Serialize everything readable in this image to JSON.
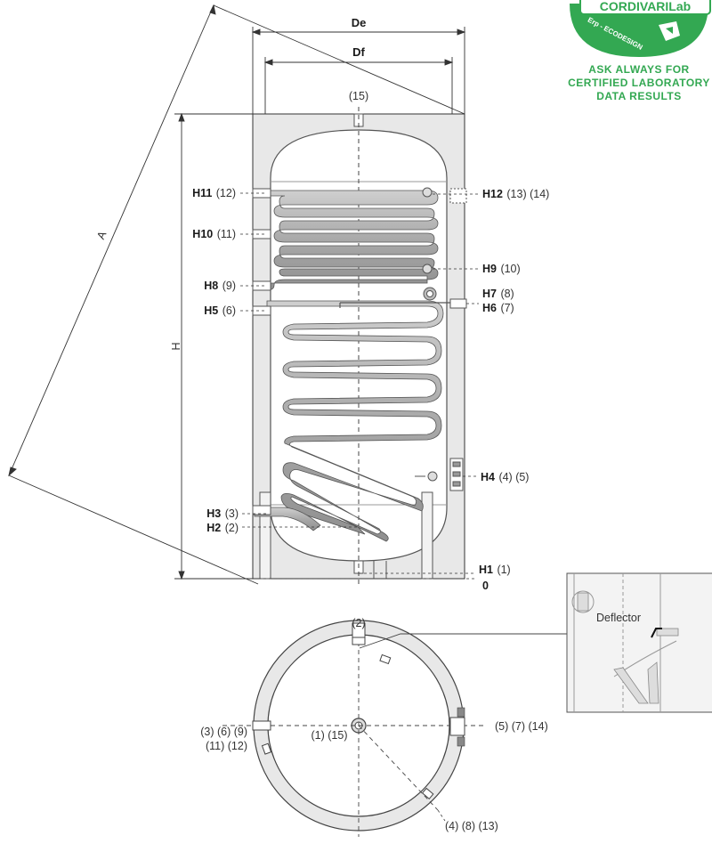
{
  "dimensions": {
    "outer_diameter": "De",
    "flange_diameter": "Df",
    "height": "H",
    "diagonal": "A"
  },
  "side_labels": [
    {
      "code": "H11",
      "num": "(12)"
    },
    {
      "code": "H10",
      "num": "(11)"
    },
    {
      "code": "H8",
      "num": "(9)"
    },
    {
      "code": "H5",
      "num": "(6)"
    },
    {
      "code": "H3",
      "num": "(3)"
    },
    {
      "code": "H2",
      "num": "(2)"
    },
    {
      "code": "H12",
      "num": "(13) (14)"
    },
    {
      "code": "H9",
      "num": "(10)"
    },
    {
      "code": "H7",
      "num": "(8)"
    },
    {
      "code": "H6",
      "num": "(7)"
    },
    {
      "code": "H4",
      "num": "(4) (5)"
    },
    {
      "code": "H1",
      "num": "(1)"
    },
    {
      "code": "0",
      "num": ""
    }
  ],
  "top_connection": "(15)",
  "plan_labels": {
    "top": "(2)",
    "left_1": "(3) (6) (9)",
    "left_2": "(11) (12)",
    "center": "(1) (15)",
    "right": "(5) (7) (14)",
    "diagonal": "(4) (8) (13)"
  },
  "detail_label": "Deflector",
  "logo": {
    "brand": "CORDIVARILab",
    "ring_text": "Erp - ECODESIGN",
    "color": "#33a852"
  },
  "notice": {
    "line1": "ASK ALWAYS FOR",
    "line2": "CERTIFIED LABORATORY",
    "line3": "DATA RESULTS"
  }
}
